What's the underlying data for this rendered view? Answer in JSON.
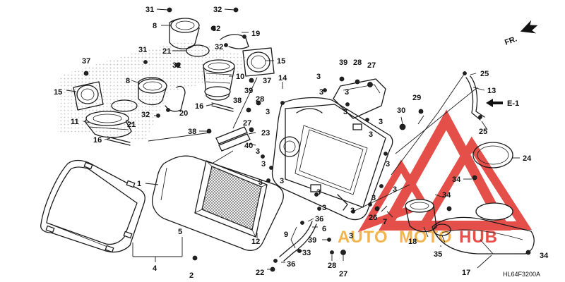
{
  "diagram": {
    "diagram_code": "HL64F3200A",
    "direction_label": "FR.",
    "reference_label": "E-1",
    "watermark": {
      "part1": "AUTO",
      "part2": "MOTO",
      "part3": "HUB",
      "color": "#e0312b",
      "color2": "#f0a830"
    },
    "colors": {
      "line": "#1a1a1a",
      "dots": "#c8c8c8"
    },
    "callouts": {
      "c31a": "31",
      "c32a": "32",
      "c8a": "8",
      "c32b": "32",
      "c19": "19",
      "c21a": "21",
      "c37a": "37",
      "c31b": "31",
      "c32c": "32",
      "c15a": "15",
      "c15b": "15",
      "c10": "10",
      "c37b": "37",
      "c8b": "8",
      "c32d": "32",
      "c20": "20",
      "c32e": "32",
      "c21b": "21",
      "c11": "11",
      "c16a": "16",
      "c38a": "38",
      "c16b": "16",
      "c38b": "38",
      "c39a": "39",
      "c28a": "28",
      "c27a": "27",
      "c14": "14",
      "c3a": "3",
      "c3b": "3",
      "c39b": "39",
      "c28b": "28",
      "c27b": "27",
      "c23": "23",
      "c40": "40",
      "c3c": "3",
      "c3d": "3",
      "c3e": "3",
      "c3f": "3",
      "c3g": "3",
      "c3h": "3",
      "c3i": "3",
      "c3j": "3",
      "c3k": "3",
      "c3l": "3",
      "c3m": "3",
      "c3n": "3",
      "c3o": "3",
      "c3p": "3",
      "c3q": "3",
      "c3r": "3",
      "c25a": "25",
      "c13": "13",
      "c25b": "25",
      "c29": "29",
      "c30": "30",
      "c24": "24",
      "c34a": "34",
      "c34b": "34",
      "c34c": "34",
      "c1": "1",
      "c5": "5",
      "c4": "4",
      "c2": "2",
      "c12": "12",
      "c9": "9",
      "c36a": "36",
      "c6": "6",
      "c39c": "39",
      "c33": "33",
      "c36b": "36",
      "c22": "22",
      "c28c": "28",
      "c27c": "27",
      "c7": "7",
      "c26": "26",
      "c18": "18",
      "c35": "35",
      "c17": "17"
    }
  }
}
